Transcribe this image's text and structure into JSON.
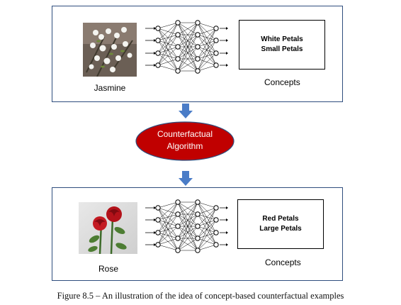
{
  "top": {
    "image_label": "Jasmine",
    "concepts": [
      "White Petals",
      "Small Petals"
    ],
    "concepts_label": "Concepts"
  },
  "algorithm": {
    "line1": "Counterfactual",
    "line2": "Algorithm"
  },
  "bottom": {
    "image_label": "Rose",
    "concepts": [
      "Red Petals",
      "Large Petals"
    ],
    "concepts_label": "Concepts"
  },
  "caption": "Figure 8.5 – An illustration of the idea of concept-based counterfactual examples",
  "colors": {
    "panel_border": "#2f4e7e",
    "arrow": "#4a7cc7",
    "algorithm_fill": "#c00000"
  }
}
